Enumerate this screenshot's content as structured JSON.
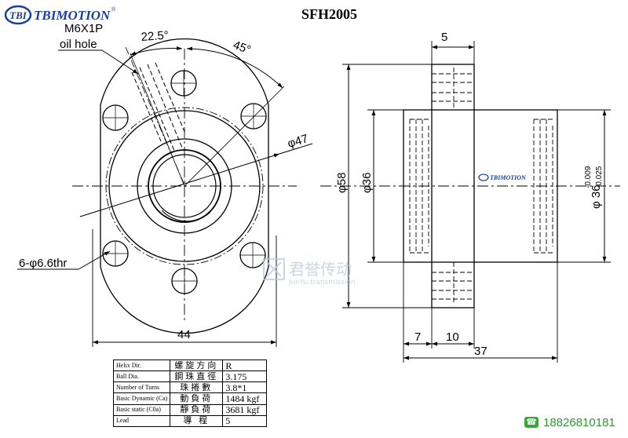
{
  "brand": {
    "badge": "TBI",
    "name": "TBIMOTION",
    "mark": "®",
    "small": "TBIMOTION"
  },
  "title": "SFH2005",
  "front_view": {
    "thread_label": "M6X1P",
    "oil_hole_label": "oil hole",
    "angle_1": "22.5°",
    "angle_2": "45°",
    "pcd_label": "φ47",
    "holes_label": "6-φ6.6thr",
    "width_label": "44"
  },
  "side_view": {
    "flange_thickness": "5",
    "flange_diameter": "φ58",
    "body_diameter": "φ36",
    "tolerance_label": "φ 36",
    "tol_upper": "-0.009",
    "tol_lower": "-0.025",
    "dim_7": "7",
    "dim_10": "10",
    "length": "37"
  },
  "watermark": {
    "cn": "君誉传动",
    "en": "JunYu transmission"
  },
  "spec_table": [
    {
      "en": "Helix Dir.",
      "cn": "螺旋方向",
      "value": "R"
    },
    {
      "en": "Ball Dia.",
      "cn": "鋼珠直徑",
      "value": "3.175"
    },
    {
      "en": "Number of Turns",
      "cn": "珠捲數",
      "value": "3.8*1"
    },
    {
      "en": "Basic Dynamic (Ca)",
      "cn": "動負荷",
      "value": "1484 kgf"
    },
    {
      "en": "Basic static (C0a)",
      "cn": "靜負荷",
      "value": "3681 kgf"
    },
    {
      "en": "Lead",
      "cn": "導 程",
      "value": "5"
    }
  ],
  "contact": {
    "icon": "phone-icon",
    "phone": "18826810181"
  },
  "colors": {
    "logo_blue": "#1a3f9a",
    "phone_green": "#2e9a2e",
    "watermark": "#b9c9d9"
  }
}
